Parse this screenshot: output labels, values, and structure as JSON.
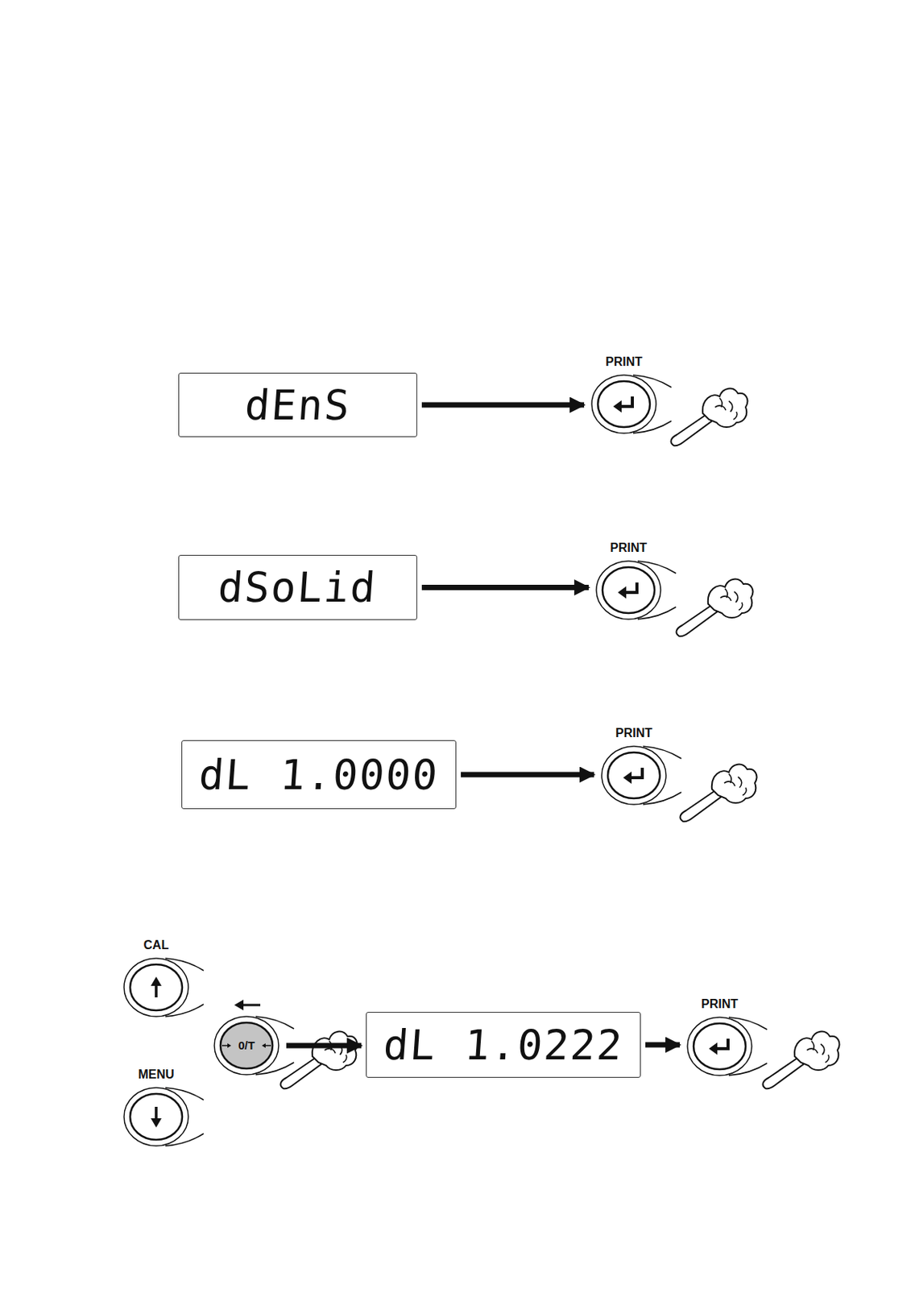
{
  "diagram": {
    "nodes": [
      {
        "text": [
          "dEnS"
        ]
      },
      {
        "text": [
          "PRINT"
        ]
      },
      {
        "text": [
          "dSoLid"
        ]
      },
      {
        "text": [
          "PRINT"
        ]
      },
      {
        "text": [
          "dL",
          "1.0000"
        ]
      },
      {
        "text": [
          "PRINT"
        ]
      },
      {
        "text": [
          "CAL"
        ]
      },
      {
        "text": [
          "MENU"
        ]
      },
      {
        "text": [
          "0/T"
        ]
      },
      {
        "text": [
          "dL",
          "1.0222"
        ]
      },
      {
        "text": [
          "PRINT"
        ]
      }
    ],
    "edges": [
      {
        "from": 0,
        "to": 1,
        "arrow": "to"
      },
      {
        "from": 2,
        "to": 3,
        "arrow": "to"
      },
      {
        "from": 4,
        "to": 5,
        "arrow": "to"
      },
      {
        "from": 8,
        "to": 9,
        "arrow": "to"
      },
      {
        "from": 9,
        "to": 10,
        "arrow": "to"
      }
    ]
  }
}
